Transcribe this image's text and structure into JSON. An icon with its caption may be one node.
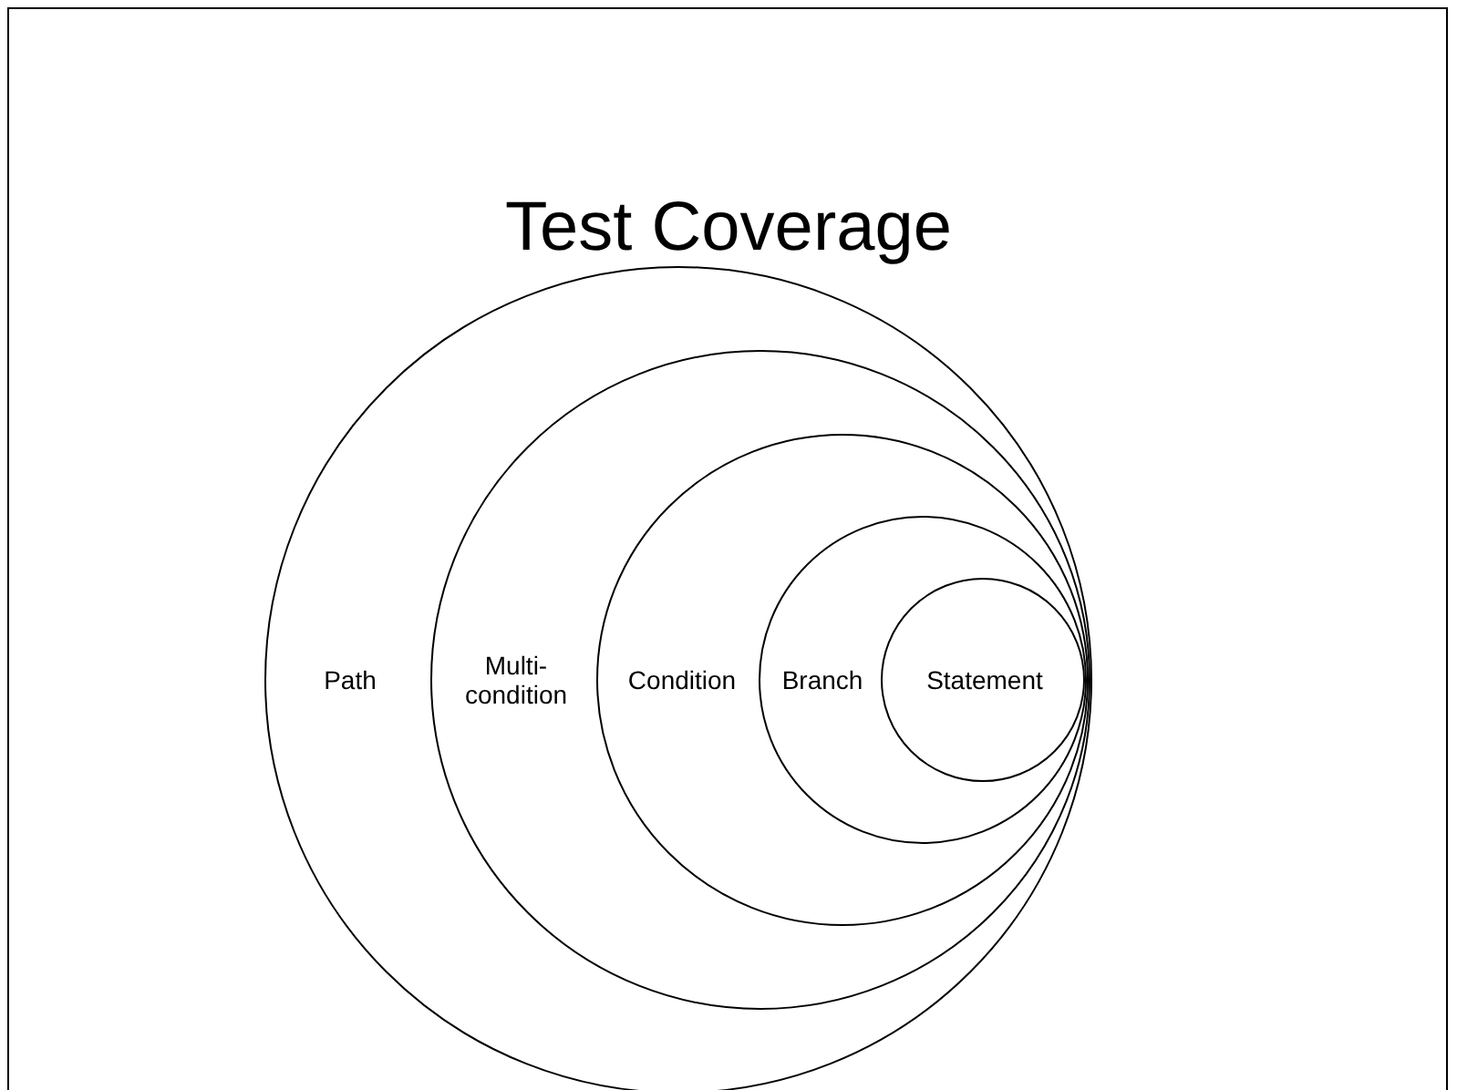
{
  "diagram": {
    "title": "Test Coverage",
    "nodes": [
      {
        "text": [
          "Path"
        ]
      },
      {
        "text": [
          "Multi-condition"
        ],
        "in": 0
      },
      {
        "text": [
          "Condition"
        ],
        "in": 1
      },
      {
        "text": [
          "Branch"
        ],
        "in": 2
      },
      {
        "text": [
          "Statement"
        ],
        "in": 3
      }
    ]
  }
}
